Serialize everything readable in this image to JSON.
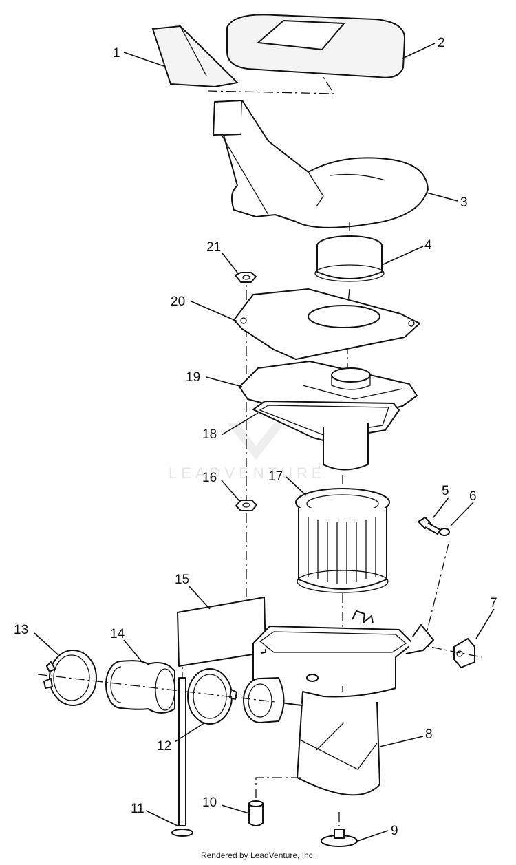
{
  "watermark": "LEADVENTURE",
  "footer": "Rendered by LeadVenture, Inc.",
  "callouts": [
    "1",
    "2",
    "3",
    "4",
    "5",
    "6",
    "7",
    "8",
    "9",
    "10",
    "11",
    "12",
    "13",
    "14",
    "15",
    "16",
    "17",
    "18",
    "19",
    "20",
    "21"
  ]
}
